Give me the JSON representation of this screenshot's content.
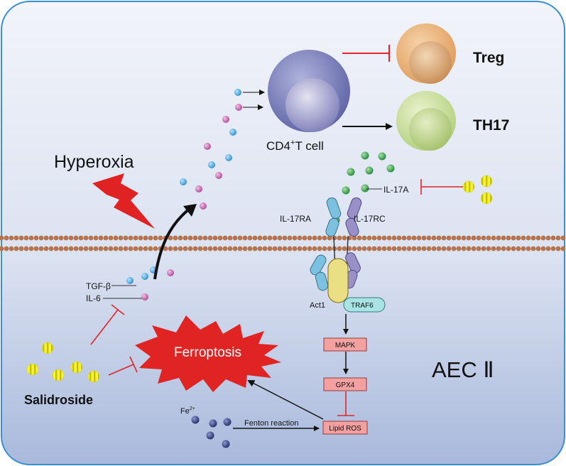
{
  "title": "",
  "cells": {
    "cd4": "CD4",
    "cd4_sup": "+",
    "cd4_suffix": "T cell",
    "treg": "Treg",
    "th17": "TH17",
    "aec": "AEC Ⅱ"
  },
  "stimulus": {
    "hyperoxia": "Hyperoxia",
    "salidroside": "Salidroside"
  },
  "cytokines": {
    "tgf": "TGF-β",
    "il6": "IL-6",
    "il17a": "IL-17A"
  },
  "receptors": {
    "il17ra": "IL-17RA",
    "il17rc": "IL-17RC",
    "act1": "Act1",
    "traf6": "TRAF6"
  },
  "pathway": {
    "mapk": "MAPK",
    "gpx4": "GPX4",
    "lipid_ros": "Lipid  ROS",
    "ferroptosis": "Ferroptosis",
    "fenton": "Fenton  reaction",
    "fe": "Fe",
    "fe_sup": "2+"
  },
  "colors": {
    "background_top": "#eef1f8",
    "background_bottom": "#aebdde",
    "membrane": "#b5734e",
    "tgf_blue": "#3c9fd8",
    "il6_pink": "#c45aa8",
    "il17a_green": "#2c9a46",
    "inhibit_red": "#e0262a",
    "pathway_box": "#f2a0a0",
    "ferroptosis_red": "#e22424",
    "salidroside_yellow": "#e8e61c",
    "fe_navy": "#2a3a78",
    "cd4": "#7a7fbc",
    "treg": "#e6aa70",
    "th17": "#bcd68a"
  }
}
